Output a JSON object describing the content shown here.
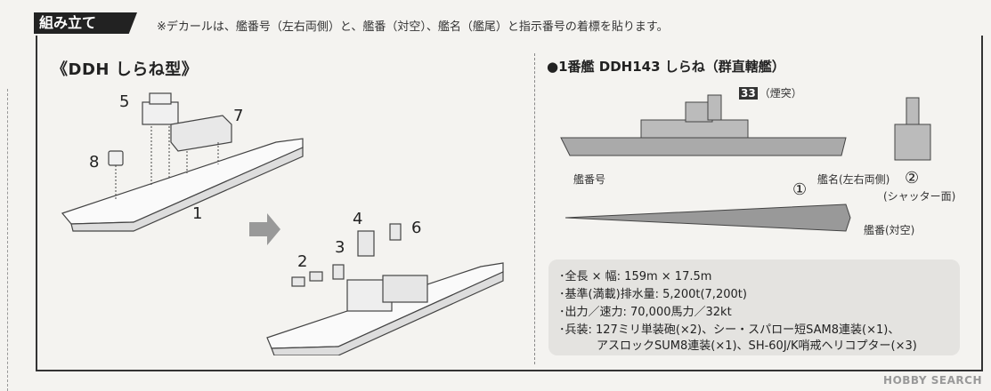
{
  "header": {
    "tab_label": "組み立て",
    "note": "※デカールは、艦番号（左右両側）と、艦番（対空）、艦名（艦尾）と指示番号の着標を貼ります。"
  },
  "left": {
    "title": "《DDH しらね型》",
    "part_numbers": [
      "5",
      "7",
      "8",
      "1",
      "4",
      "6",
      "3",
      "2"
    ]
  },
  "right": {
    "title": "●1番艦 DDH143 しらね（群直轄艦）",
    "callout_number": "33",
    "callout_text": "（煙突）",
    "label_hull_number": "艦番号",
    "label_ship_name": "艦名(左右両側)",
    "label_deck_number": "艦番(対空)",
    "marker_1": "①",
    "marker_2": "②",
    "marker_2_text": "(シャッター面)"
  },
  "specs": [
    "･全長 × 幅: 159m × 17.5m",
    "･基準(満載)排水量: 5,200t(7,200t)",
    "･出力／速力: 70,000馬力／32kt",
    "･兵装: 127ミリ単装砲(×2)、シー・スパロー短SAM8連装(×1)、",
    "アスロックSUM8連装(×1)、SH-60J/K哨戒ヘリコプター(×3)"
  ],
  "watermark": "HOBBY SEARCH"
}
